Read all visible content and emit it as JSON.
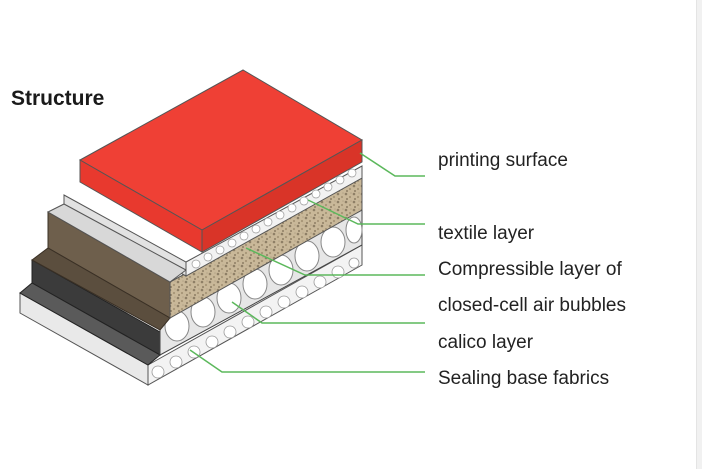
{
  "title": "Structure",
  "layers": [
    {
      "label": "printing surface",
      "color": "#ef4035"
    },
    {
      "label": "textile layer",
      "color": "#e4e4e4"
    },
    {
      "label": "Compressible layer of",
      "label2": "closed-cell air bubbles",
      "color": "#c8b898"
    },
    {
      "label": "calico layer",
      "color": "#444444"
    },
    {
      "label": "Sealing base fabrics",
      "color": "#e4e4e4"
    }
  ],
  "leader_color": "#5cb85c",
  "icons": [
    "layer-stack-illustration"
  ]
}
